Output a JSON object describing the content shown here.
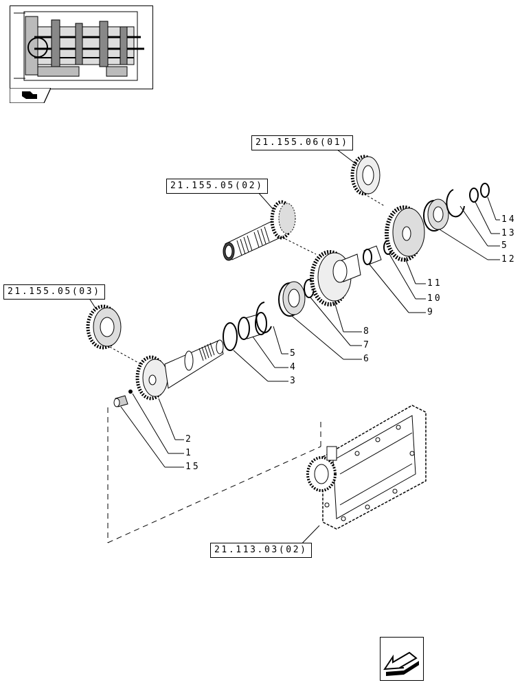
{
  "references": {
    "ref_21_155_06_01": "21.155.06(01)",
    "ref_21_155_05_02": "21.155.05(02)",
    "ref_21_155_05_03": "21.155.05(03)",
    "ref_21_113_03_02": "21.113.03(02)"
  },
  "callouts": {
    "c1": "1",
    "c2": "2",
    "c3": "3",
    "c4": "4",
    "c5a": "5",
    "c5b": "5",
    "c6": "6",
    "c7": "7",
    "c8": "8",
    "c9": "9",
    "c10": "10",
    "c11": "11",
    "c12": "12",
    "c13": "13",
    "c14": "14",
    "c15": "15"
  },
  "icons": {
    "thumbnail": "transmission-overview-thumbnail",
    "thumb_tab": "book-arrow-icon",
    "nav": "previous-page-arrow-icon"
  },
  "colors": {
    "line": "#000000",
    "background": "#ffffff"
  }
}
